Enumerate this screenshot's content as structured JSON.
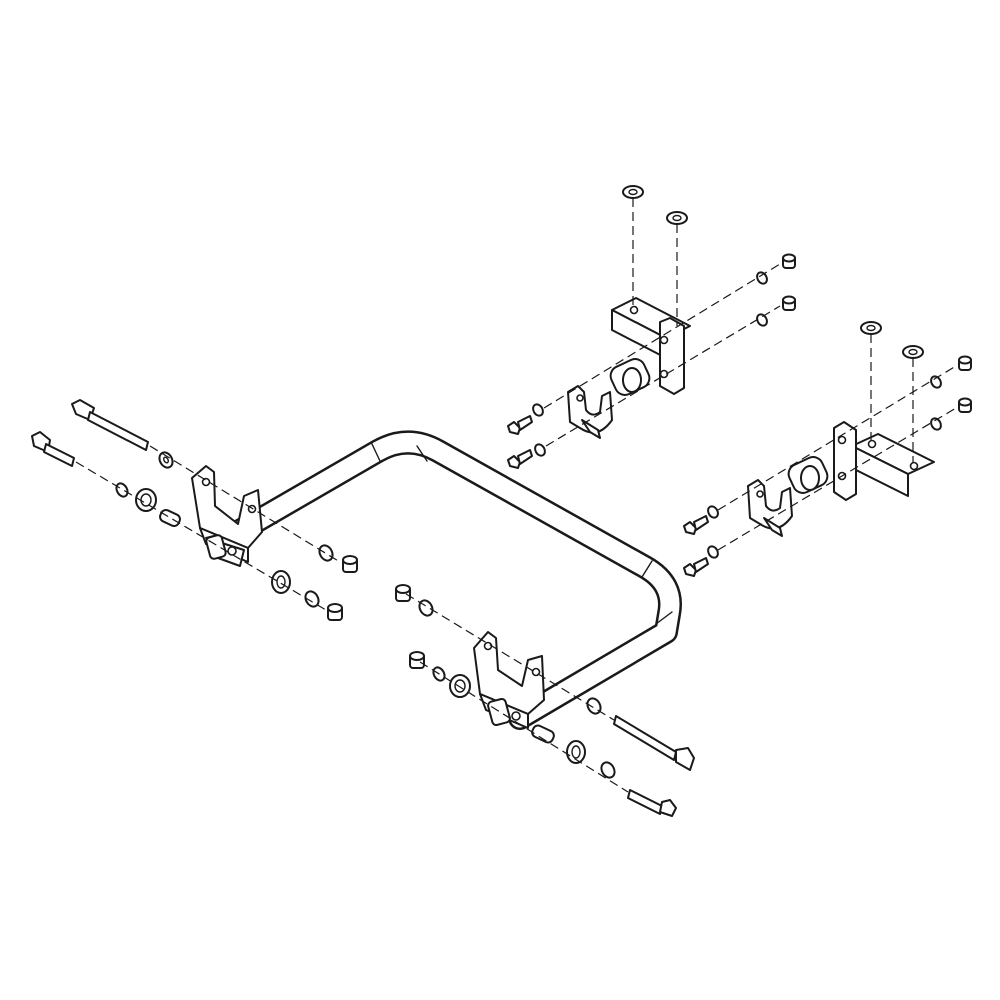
{
  "figure": {
    "type": "exploded-assembly-drawing",
    "background": "#ffffff",
    "line_color": "#1a1a1a",
    "components": [
      "sway-bar",
      "sway-bar-end-bracket",
      "frame-mount-bracket",
      "sway-bar-clamp",
      "bushing",
      "spacer-sleeve",
      "flat-washer",
      "lock-nut",
      "hex-bolt",
      "carriage-bolt"
    ]
  }
}
